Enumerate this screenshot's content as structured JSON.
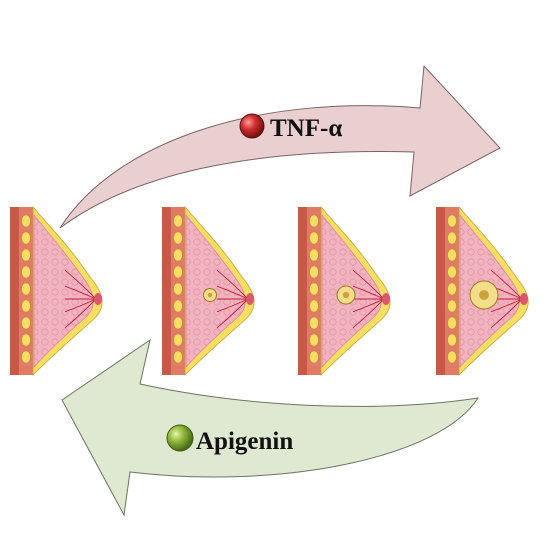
{
  "top_arrow": {
    "label": "TNF-α",
    "color": "#e9cfd0",
    "stroke": "#7a6262",
    "marker_color": "#c62c2c"
  },
  "bottom_arrow": {
    "label": "Apigenin",
    "color": "#dfe9d2",
    "stroke": "#6b7560",
    "marker_color": "#7fa53a"
  },
  "panels": [
    {
      "stage": "normal",
      "tumor_scale": 0
    },
    {
      "stage": "early",
      "tumor_scale": 0.25
    },
    {
      "stage": "growing",
      "tumor_scale": 0.5
    },
    {
      "stage": "advanced",
      "tumor_scale": 1
    }
  ],
  "colors": {
    "tissue": "#f2b3c0",
    "fat": "#f7dd62",
    "muscle": "#e07b66",
    "wall": "#c85848",
    "vessel": "#c0203a",
    "tumor": "#f2dd8a"
  }
}
